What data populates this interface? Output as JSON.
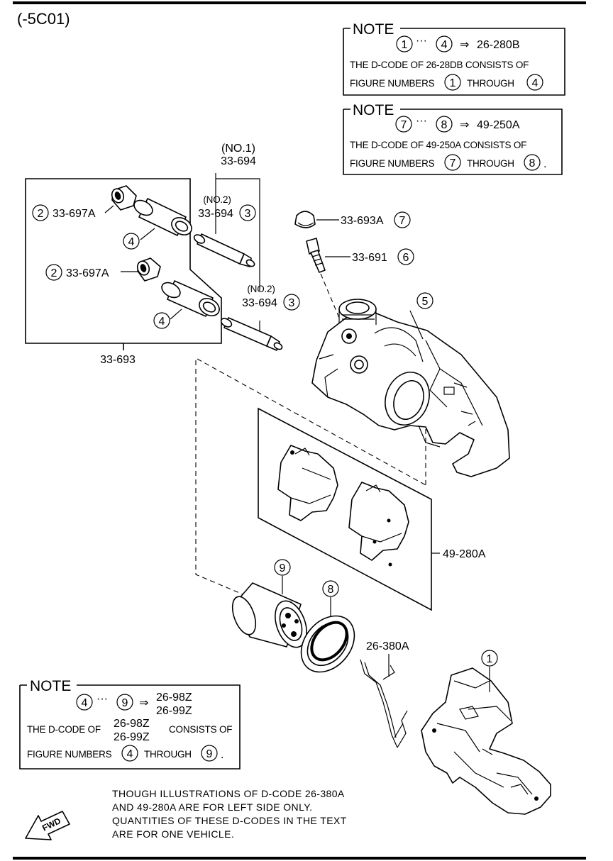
{
  "model_code": "(-5C01)",
  "notes": {
    "note1": {
      "title": "NOTE",
      "from": "1",
      "to": "4",
      "arrow": "⇒",
      "dcode": "26-280B",
      "line1": "THE D-CODE OF  26-28DB  CONSISTS OF",
      "line2_prefix": "FIGURE NUMBERS",
      "through": "THROUGH",
      "fig_from": "1",
      "fig_to": "4"
    },
    "note2": {
      "title": "NOTE",
      "from": "7",
      "to": "8",
      "arrow": "⇒",
      "dcode": "49-250A",
      "line1": "THE D-CODE OF  49-250A  CONSISTS OF",
      "line2_prefix": "FIGURE NUMBERS",
      "through": "THROUGH",
      "fig_from": "7",
      "fig_to": "8",
      "trailing": "."
    },
    "note3": {
      "title": "NOTE",
      "from": "4",
      "to": "9",
      "arrow": "⇒",
      "dcode_a": "26-98Z",
      "dcode_b": "26-99Z",
      "line1_prefix": "THE D-CODE OF",
      "line1_suffix": "CONSISTS OF",
      "line2_prefix": "FIGURE NUMBERS",
      "through": "THROUGH",
      "fig_from": "4",
      "fig_to": "9",
      "trailing": "."
    }
  },
  "callouts": {
    "no1": "(NO.1)",
    "part_33_694_top": "33-694",
    "no2_a": "(NO.2)",
    "part_33_694_a": "33-694",
    "no2_b": "(NO.2)",
    "part_33_694_b": "33-694",
    "part_33_697A_a": "33-697A",
    "part_33_697A_b": "33-697A",
    "part_33_693": "33-693",
    "part_33_693A": "33-693A",
    "part_33_691": "33-691",
    "part_49_280A": "49-280A",
    "part_26_380A": "26-380A"
  },
  "figure_numbers": {
    "n1": "1",
    "n2a": "2",
    "n2b": "2",
    "n3a": "3",
    "n3b": "3",
    "n4a": "4",
    "n4b": "4",
    "n5": "5",
    "n6": "6",
    "n7": "7",
    "n8": "8",
    "n9": "9"
  },
  "footnote": [
    "THOUGH  ILLUSTRATIONS  OF  D-CODE  26-380A",
    "AND  49-280A  ARE  FOR  LEFT  SIDE  ONLY.",
    "QUANTITIES  OF  THESE  D-CODES  IN  THE  TEXT",
    "ARE  FOR  ONE  VEHICLE."
  ],
  "fwd_label": "FWD"
}
